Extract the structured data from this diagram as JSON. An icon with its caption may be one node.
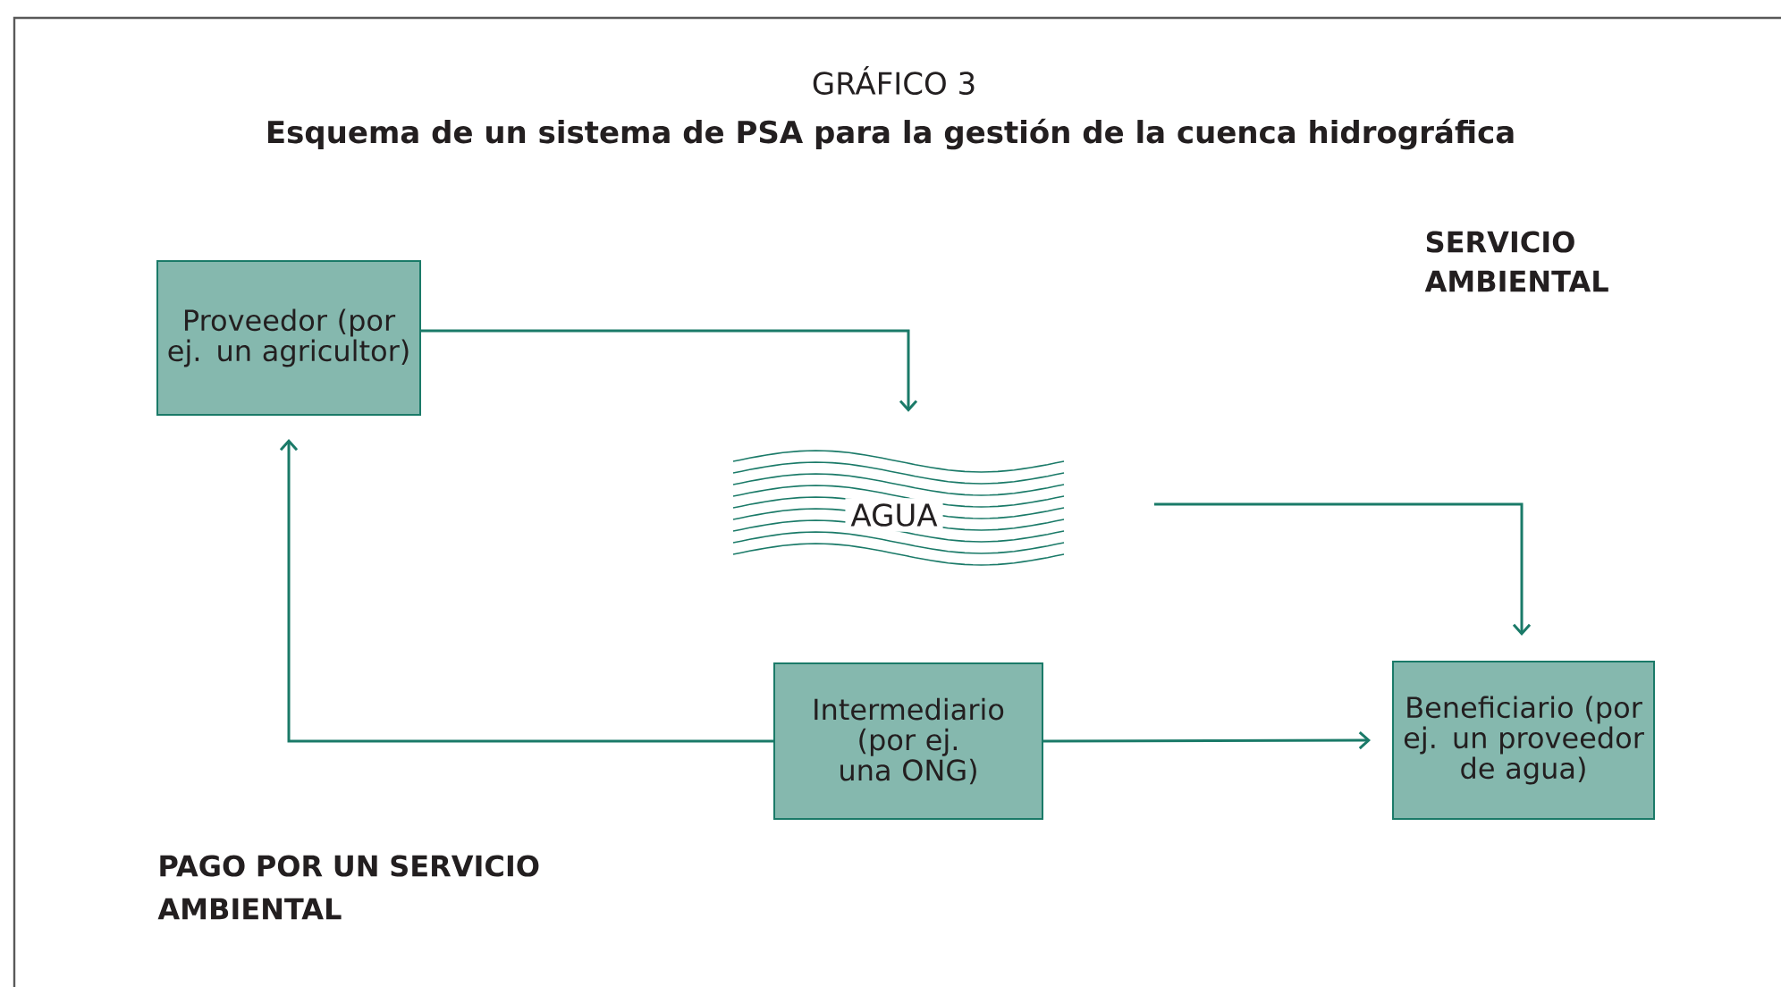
{
  "diagram": {
    "title": "Esquema de un sistema de PSA para la gestión de la cuenca hidrográfica",
    "nodes": [
      {
        "text": [
          "Proveedor (por ej. un agricultor)"
        ]
      },
      {
        "text": [
          "AGUA"
        ]
      },
      {
        "text": [
          "Intermediario (por ej. una ONG)"
        ]
      },
      {
        "text": [
          "Beneficiario (por ej. un proveedor de agua)"
        ]
      }
    ],
    "edges": [
      {
        "from": 0,
        "to": 1,
        "arrow": "to"
      },
      {
        "from": 1,
        "to": 3,
        "arrow": "to"
      },
      {
        "from": 2,
        "to": 0,
        "arrow": "to"
      },
      {
        "from": 2,
        "to": 3,
        "arrow": "to"
      }
    ],
    "labels": [
      "GRÁFICO 3",
      "SERVICIO AMBIENTAL",
      "PAGO POR UN SERVICIO AMBIENTAL"
    ]
  }
}
